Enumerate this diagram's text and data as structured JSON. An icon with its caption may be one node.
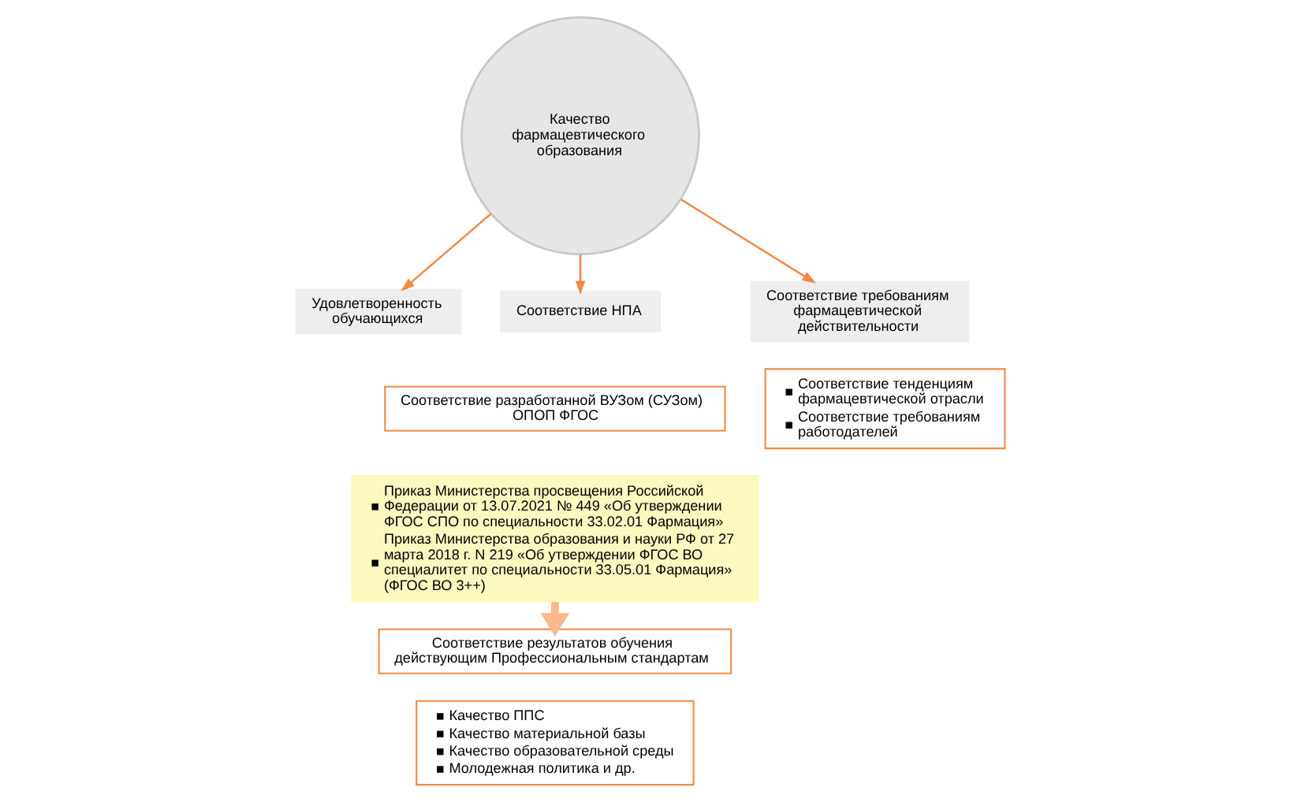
{
  "diagram": {
    "nodes": [
      {
        "text": [
          "Качество фармацевтического образования"
        ]
      },
      {
        "text": [
          "Удовлетворенность обучающихся"
        ]
      },
      {
        "text": [
          "Соответствие НПА"
        ]
      },
      {
        "text": [
          "Соответствие разработанной ВУЗом (СУЗом) ОПОП ФГОС"
        ]
      },
      {
        "text": [
          "Приказ Министерства просвещения Российской Федерации от 13.07.2021 № 449 «Об утверждении ФГОС СПО по специальности 33.02.01 Фармация»",
          "Приказ Министерства образования и науки РФ от 27 марта 2018 г. N 219 «Об утверждении ФГОС ВО специалитет по специальности 33.05.01 Фармация» (ФГОС ВО 3++)"
        ]
      },
      {
        "text": [
          "Соответствие результатов обучения действующим Профессиональным стандартам"
        ]
      },
      {
        "text": [
          "Качество ППС",
          "Качество материальной базы",
          "Качество образовательной среды",
          "Молодежная политика и др."
        ]
      },
      {
        "text": [
          "Соответствие требованиям фармацевтической действительности"
        ]
      },
      {
        "text": [
          "Соответствие тенденциям фармацевтической отрасли",
          "Соответствие требованиям работодателей"
        ]
      }
    ],
    "edges": [
      {
        "from": 0,
        "to": 1,
        "arrow": "to"
      },
      {
        "from": 0,
        "to": 2,
        "arrow": "to"
      },
      {
        "from": 0,
        "to": 7,
        "arrow": "to"
      },
      {
        "from": 4,
        "to": 5,
        "arrow": "to",
        "style": "thick",
        "color": "#f9b98a"
      }
    ]
  }
}
